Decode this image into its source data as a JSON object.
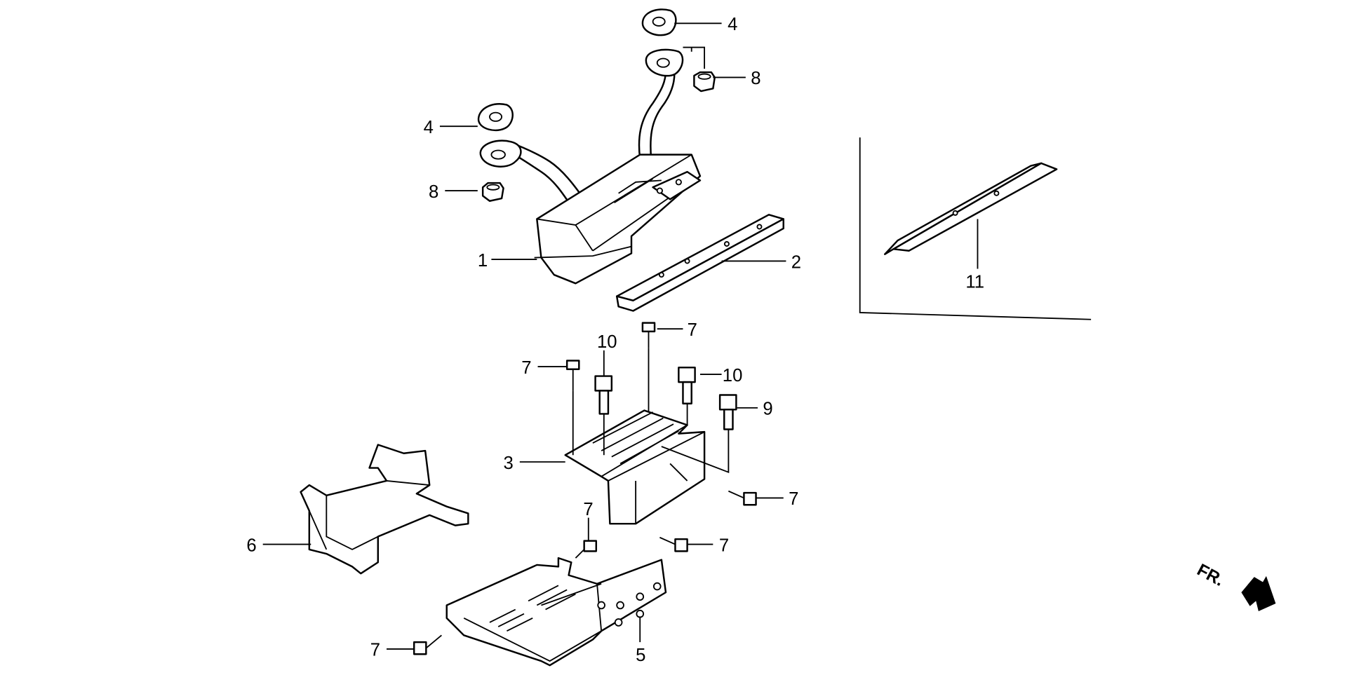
{
  "diagram": {
    "callouts": {
      "muffler": "1",
      "muffler_stay": "2",
      "muffler_protector": "3",
      "gasket_upper": "4",
      "gasket_left": "4",
      "muffler_cover": "5",
      "heat_shield": "6",
      "screw_a": "7",
      "screw_b": "7",
      "screw_c": "7",
      "screw_d": "7",
      "screw_e": "7",
      "screw_f": "7",
      "nut_upper": "8",
      "nut_left": "8",
      "bolt_9": "9",
      "bolt_10a": "10",
      "bolt_10b": "10",
      "stay_11": "11"
    },
    "front_indicator": "FR."
  }
}
